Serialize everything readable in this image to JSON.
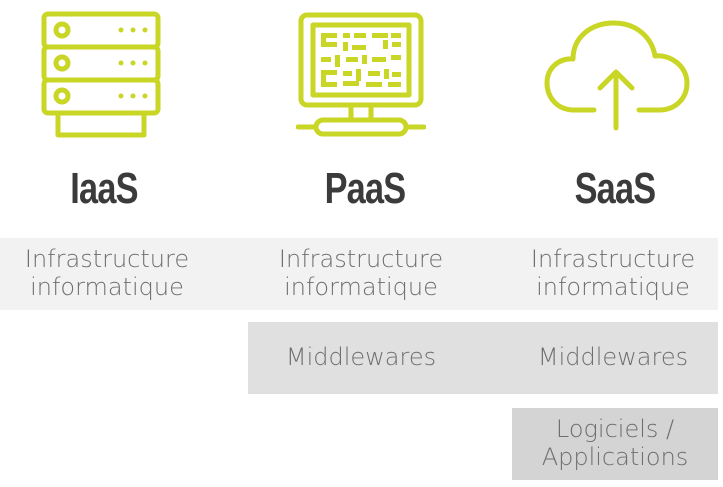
{
  "colors": {
    "icon": "#c9d625",
    "heading": "#3b3b3b",
    "band_light": "#f2f2f2",
    "band_mid": "#e0e0e0",
    "band_dark": "#d4d4d4",
    "band_text": "#6e6e6e"
  },
  "columns": [
    {
      "id": "iaas",
      "icon": "server-icon",
      "title": "IaaS"
    },
    {
      "id": "paas",
      "icon": "monitor-icon",
      "title": "PaaS"
    },
    {
      "id": "saas",
      "icon": "cloud-upload-icon",
      "title": "SaaS"
    }
  ],
  "layers": {
    "infrastructure": "Infrastructure\ninformatique",
    "middlewares": "Middlewares",
    "applications": "Logiciels /\nApplications"
  }
}
